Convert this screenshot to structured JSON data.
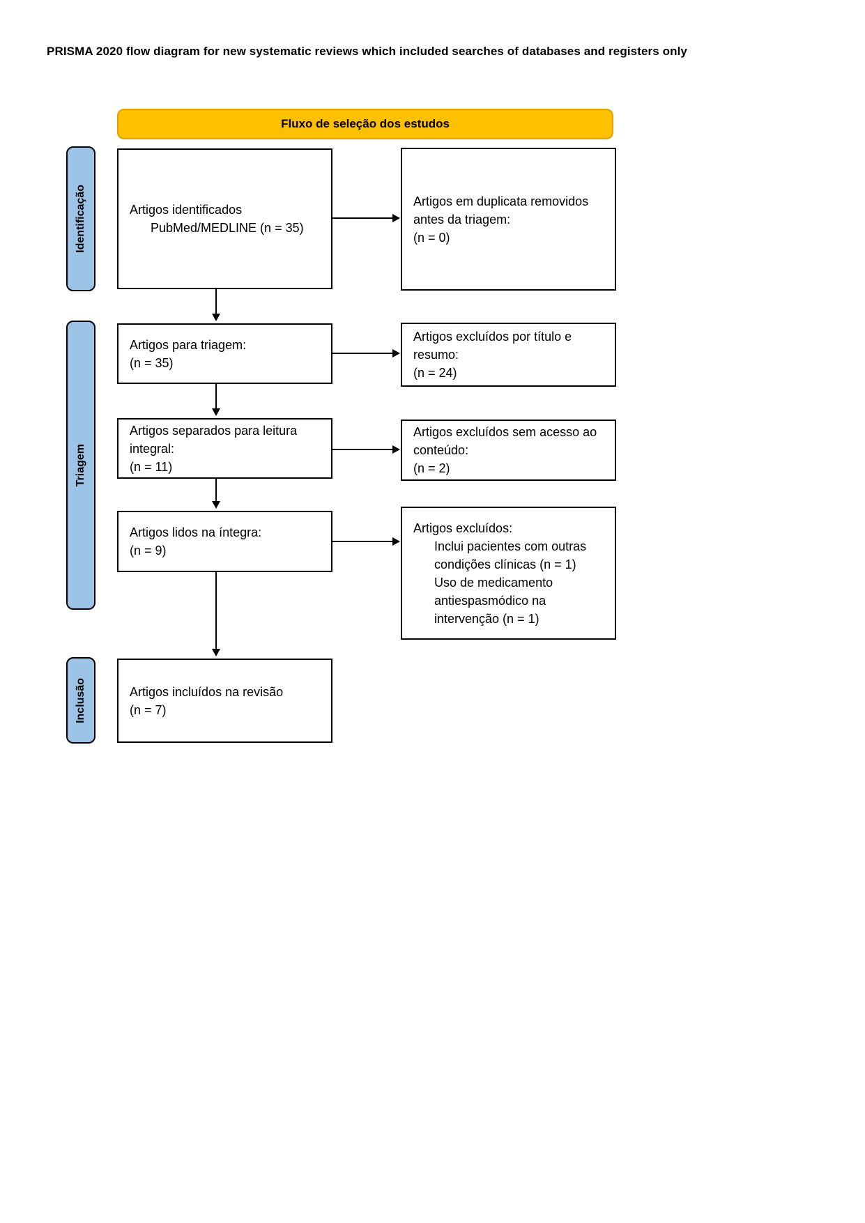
{
  "document_title": "PRISMA 2020 flow diagram for new systematic reviews which included searches of databases and registers only",
  "flow_header": {
    "label": "Fluxo de seleção dos estudos"
  },
  "stage_labels": [
    {
      "label": "Identificação"
    },
    {
      "label": "Triagem"
    },
    {
      "label": "Inclusão"
    }
  ],
  "main_boxes": [
    {
      "id": "identified",
      "lines": [
        "Artigos identificados",
        "PubMed/MEDLINE (n = 35)"
      ]
    },
    {
      "id": "for-screening",
      "lines": [
        "Artigos para triagem:",
        "(n = 35)"
      ]
    },
    {
      "id": "full-text-selected",
      "lines": [
        "Artigos separados para leitura",
        "integral:",
        "(n = 11)"
      ]
    },
    {
      "id": "read-in-full",
      "lines": [
        "Artigos lidos na íntegra:",
        "(n = 9)"
      ]
    },
    {
      "id": "included",
      "lines": [
        "Artigos incluídos na revisão",
        "(n = 7)"
      ]
    }
  ],
  "exclusion_boxes": [
    {
      "id": "duplicates-removed",
      "lines": [
        "Artigos em duplicata removidos",
        "antes da triagem:",
        "(n = 0)"
      ]
    },
    {
      "id": "title-abstract",
      "lines": [
        "Artigos excluídos por título e",
        "resumo:",
        "(n = 24)"
      ]
    },
    {
      "id": "no-access",
      "lines": [
        "Artigos excluídos sem acesso ao",
        "conteúdo:",
        "(n = 2)"
      ]
    },
    {
      "id": "excluded-reasons",
      "lines": [
        "Artigos excluídos:",
        "Inclui pacientes com outras",
        "condições clínicas (n = 1)",
        "Uso de medicamento",
        "antiespasmódico na",
        "intervenção (n = 1)"
      ]
    }
  ],
  "colors": {
    "header_fill": "#FFC000",
    "header_border": "#DFA000",
    "stage_fill": "#9DC3E6",
    "line_color": "#000000"
  }
}
